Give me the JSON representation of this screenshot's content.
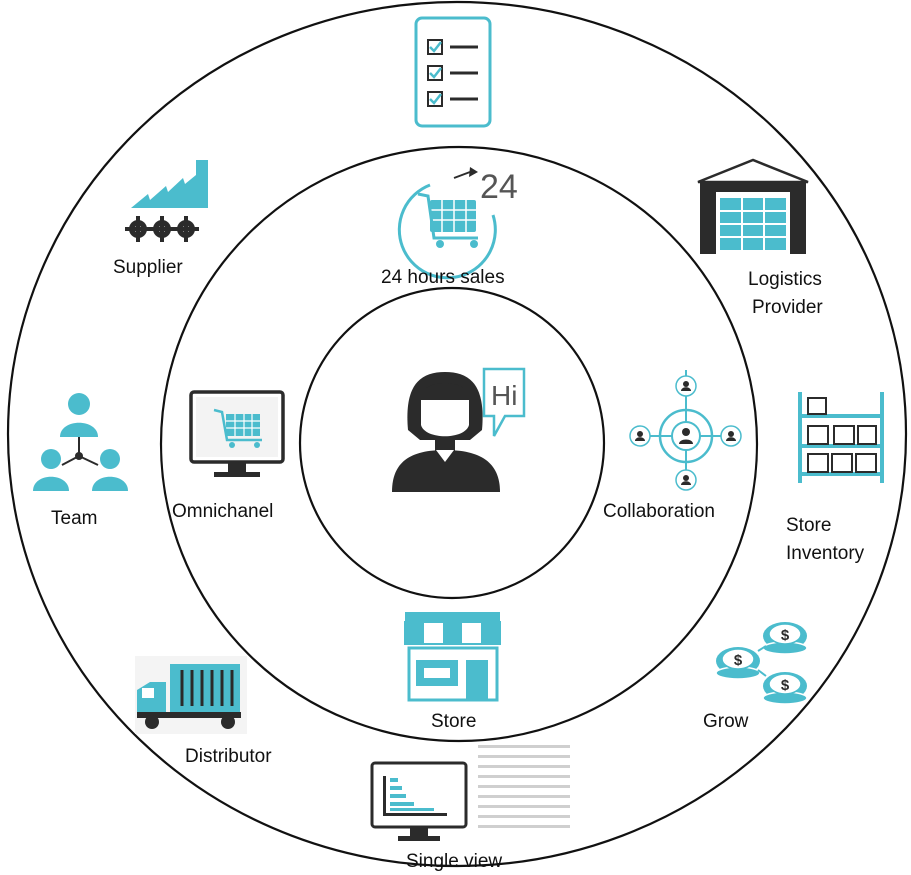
{
  "diagram": {
    "center_bubble_text": "Hi",
    "inner_ring": {
      "top": "24 hours sales",
      "left": "Omnichanel",
      "right": "Collaboration",
      "bottom": "Store",
      "sales_badge": "24"
    },
    "outer_ring": {
      "supplier": "Supplier",
      "logistics_line1": "Logistics",
      "logistics_line2": "Provider",
      "team": "Team",
      "inventory_line1": "Store",
      "inventory_line2": "Inventory",
      "distributor": "Distributor",
      "grow": "Grow",
      "single_view": "Single view",
      "checklist": ""
    },
    "icons": [
      "person-hi-icon",
      "cart-24-icon",
      "monitor-cart-icon",
      "network-collaboration-icon",
      "store-icon",
      "checklist-icon",
      "factory-gears-icon",
      "warehouse-icon",
      "team-hierarchy-icon",
      "shelf-boxes-icon",
      "truck-icon",
      "coins-icon",
      "monitor-chart-icon"
    ],
    "colors": {
      "accent": "#4bbccd",
      "dark": "#2b2b2b",
      "line": "#111111"
    }
  }
}
